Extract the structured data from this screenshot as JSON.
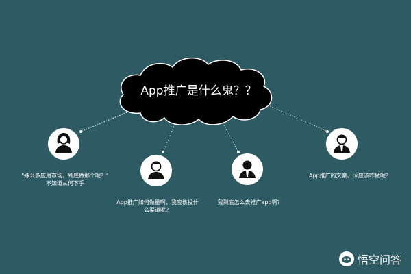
{
  "colors": {
    "background": "#2e5a64",
    "cloud": "#000000",
    "node": "#ffffff",
    "line": "#ffffff"
  },
  "center": {
    "text": "App推广是什么鬼？？",
    "shape": "cloud"
  },
  "nodes": [
    {
      "icon": "female-user-icon",
      "label": "\"殊么多应用市场，到底做那个呢？\"\n不知道从何下手"
    },
    {
      "icon": "male-user-icon",
      "label": "App推广如何做量啊，我应该投什\n么渠道呢？"
    },
    {
      "icon": "businessman-icon",
      "label": "我到底怎么去推广app啊？"
    },
    {
      "icon": "tie-user-icon",
      "label": "App推广的文案、pr应该咋做呢？"
    }
  ],
  "watermark": {
    "text": "悟空问答",
    "icon": "wukong-logo-icon"
  }
}
